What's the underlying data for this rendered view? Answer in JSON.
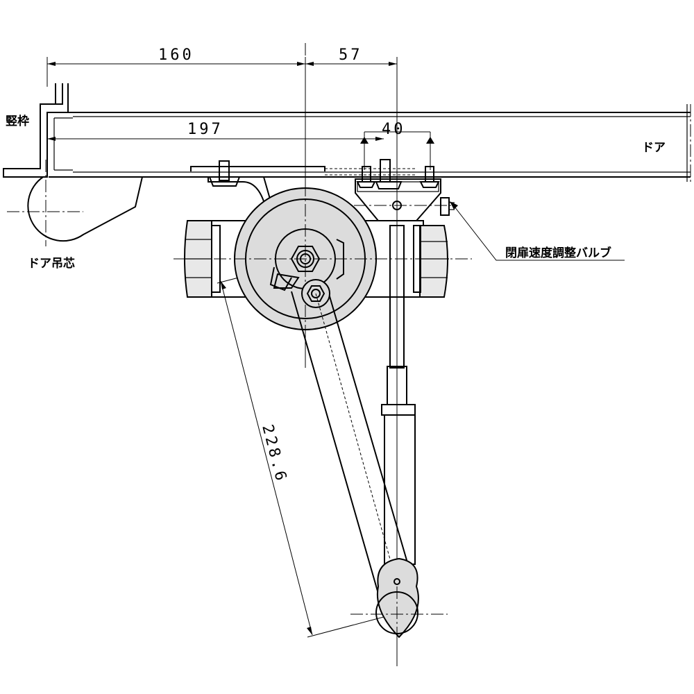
{
  "diagram": {
    "dimensions": {
      "d160": "160",
      "d57": "57",
      "d197": "197",
      "d40": "40",
      "d228_6": "228.6"
    },
    "labels": {
      "frame": "竪枠",
      "door": "ドア",
      "hinge_center": "ドア吊芯",
      "speed_valve": "閉扉速度調整バルブ"
    }
  }
}
